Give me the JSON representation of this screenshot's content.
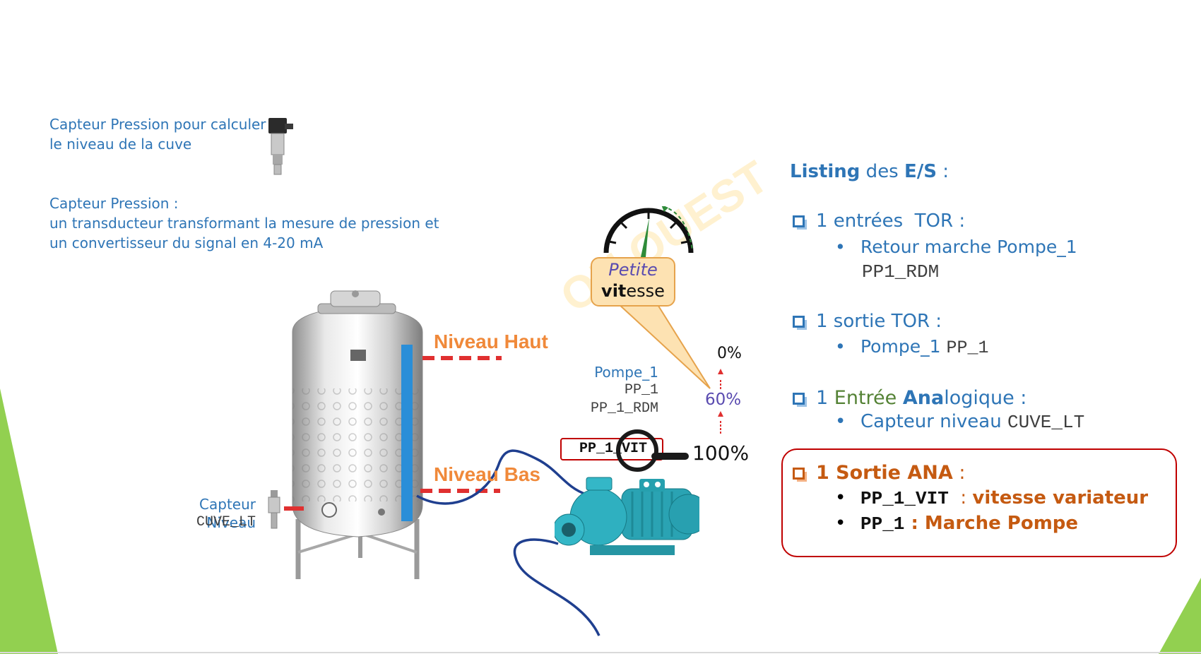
{
  "sensor_note": {
    "line1": "Capteur Pression pour calculer",
    "line2": "le niveau de la cuve"
  },
  "pressure_desc": {
    "line1": "Capteur Pression :",
    "line2": "un transducteur transformant la mesure de pression et",
    "line3": "un convertisseur du signal en 4-20 mA"
  },
  "tank": {
    "high_level": "Niveau Haut",
    "low_level": "Niveau Bas",
    "level_sensor_label": "Capteur Niveau",
    "level_sensor_tag": "CUVE_LT"
  },
  "pump": {
    "name": "Pompe_1",
    "tag": "PP_1",
    "feedback_tag": "PP_1_RDM",
    "speed_tag": "PP_1_VIT"
  },
  "speed": {
    "bubble_word1": "Petite",
    "bubble_word2_bold": "vit",
    "bubble_word2_rest": "esse",
    "pct_min": "0%",
    "pct_current": "60%",
    "pct_max": "100%"
  },
  "watermark": "ON OUEST",
  "listing": {
    "title_bold1": "Listing",
    "title_mid": " des ",
    "title_bold2": "E/S",
    "title_end": " :",
    "groups": {
      "tor_in": {
        "heading": "1 entrées  TOR :",
        "item_text": "Retour marche Pompe_1",
        "item_tag": "PP1_RDM"
      },
      "tor_out": {
        "heading": "1 sortie TOR :",
        "item_text": "Pompe_1 ",
        "item_tag": "PP_1"
      },
      "ana_in": {
        "heading_pre": "1 ",
        "heading_green": "Entrée ",
        "heading_bold": "Ana",
        "heading_rest": "logique :",
        "item_text": "Capteur niveau ",
        "item_tag": "CUVE_LT"
      },
      "ana_out": {
        "heading_bold": "1 Sortie ANA",
        "heading_end": " :",
        "item1_tag": "PP_1_VIT",
        "item1_sep": "  : ",
        "item1_bold": "vit",
        "item1_rest": "esse variateur",
        "item2_tag": "PP_1",
        "item2_rest": " : Marche Pompe"
      }
    }
  },
  "colors": {
    "blue": "#2e75b6",
    "orange": "#f0893a",
    "brown": "#c55a11",
    "red_frame": "#c00000",
    "bubble_fill": "#fde2b2",
    "green_corner": "#92d050"
  }
}
